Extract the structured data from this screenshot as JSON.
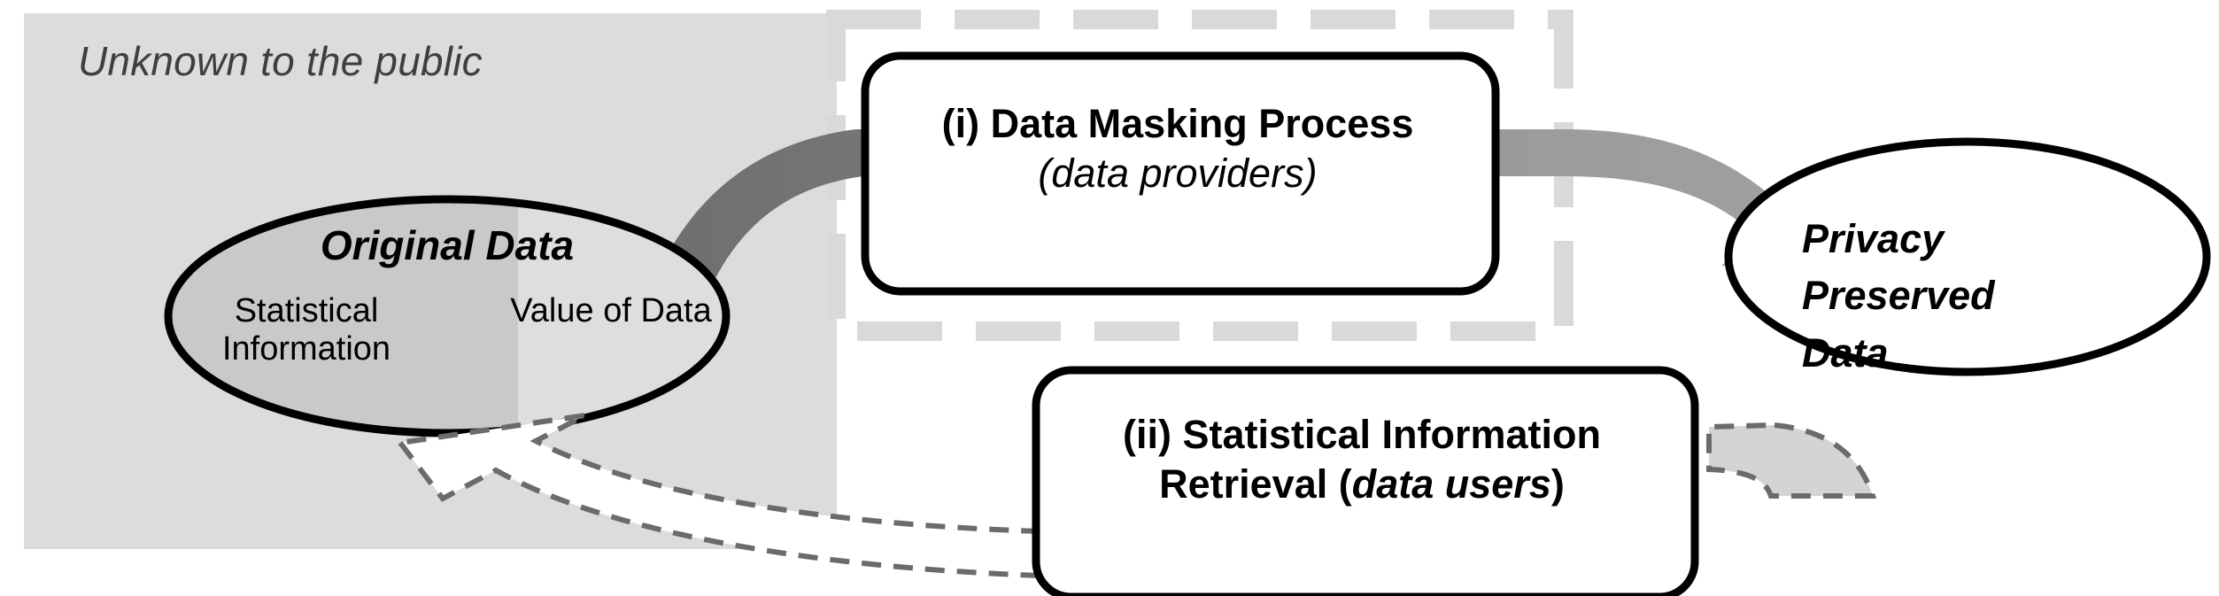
{
  "figure": {
    "region_label": "Unknown to the public",
    "source_node": {
      "title": "Original Data",
      "left_compartment": "Statistical Information",
      "right_compartment": "Value of Data"
    },
    "target_node": {
      "line1": "Privacy",
      "line2": "Preserved",
      "line3": "Data"
    },
    "process_boxes": [
      {
        "id": "i",
        "line1": "(i) Data Masking Process",
        "line2": "(data providers)"
      },
      {
        "id": "ii",
        "line1": "(ii) Statistical Information",
        "line2_prefix": "Retrieval (",
        "line2_italic": "data users",
        "line2_suffix": ")"
      }
    ],
    "connectors": [
      {
        "name": "masking-flow-arrow",
        "from": "Original Data",
        "to": "Privacy Preserved Data",
        "style": "solid-gray-block-arrow"
      },
      {
        "name": "retrieval-flow-arrow",
        "from": "Privacy Preserved Data",
        "to": "Original Data",
        "style": "dashed-outline-block-arrow"
      }
    ],
    "colors": {
      "private_region_fill": "#dcdcdc",
      "node_left_fill": "#c9c9c9",
      "node_right_fill": "#dedede",
      "solid_arrow_dark": "#6f6f6f",
      "solid_arrow_light": "#9e9e9e",
      "dashed_stroke": "#6b6b6b",
      "dashed_band_fill": "#d4d4d4",
      "dashed_rect_stroke": "#d9d9d9",
      "outline": "#000000",
      "label_text": "#3f3f3f"
    }
  }
}
